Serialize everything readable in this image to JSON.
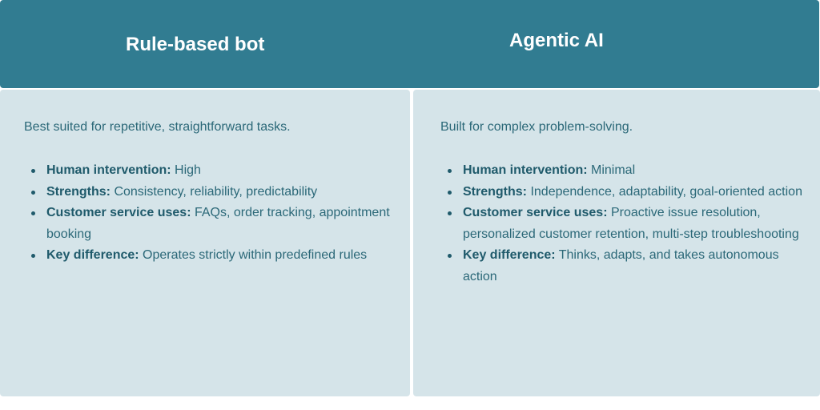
{
  "colors": {
    "header_bg": "#317c91",
    "header_text": "#ffffff",
    "panel_bg": "#d5e4e9",
    "body_text": "#2b6878",
    "term_text": "#1f5a6b"
  },
  "columns": [
    {
      "title": "Rule-based bot",
      "intro": "Best suited for repetitive, straightforward tasks.",
      "points": [
        {
          "term": "Human intervention:",
          "value": "High"
        },
        {
          "term": "Strengths:",
          "value": "Consistency, reliability, predictability"
        },
        {
          "term": "Customer service uses:",
          "value": "FAQs, order tracking, appointment booking"
        },
        {
          "term": "Key difference:",
          "value": "Operates strictly within predefined rules"
        }
      ]
    },
    {
      "title": "Agentic AI",
      "intro": "Built for complex problem-solving.",
      "points": [
        {
          "term": "Human intervention:",
          "value": "Minimal"
        },
        {
          "term": "Strengths:",
          "value": "Independence, adaptability, goal-oriented action"
        },
        {
          "term": "Customer service uses:",
          "value": "Proactive issue resolution, personalized customer retention, multi-step troubleshooting"
        },
        {
          "term": "Key difference:",
          "value": "Thinks, adapts, and takes autonomous action"
        }
      ]
    }
  ]
}
